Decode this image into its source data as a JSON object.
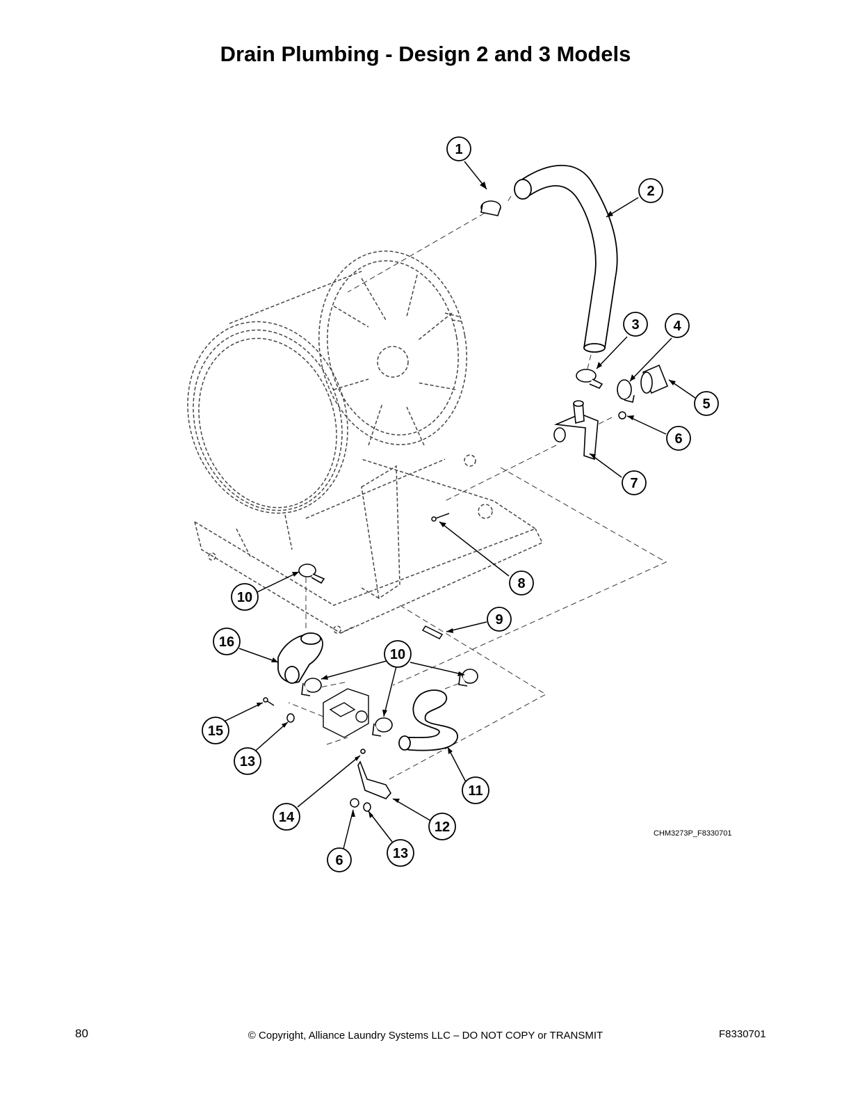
{
  "title": "Drain Plumbing - Design 2 and 3 Models",
  "figure_code": "CHM3273P_F8330701",
  "footer": {
    "page_number": "80",
    "copyright": "© Copyright, Alliance Laundry Systems LLC – DO NOT COPY or TRANSMIT",
    "doc_code": "F8330701"
  },
  "callouts": [
    "1",
    "2",
    "3",
    "4",
    "5",
    "6",
    "7",
    "8",
    "9",
    "10",
    "10",
    "11",
    "12",
    "13",
    "13",
    "14",
    "15",
    "16",
    "6"
  ]
}
